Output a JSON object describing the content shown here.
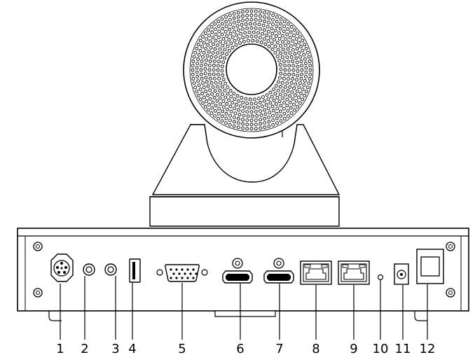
{
  "diagram": {
    "callouts": [
      {
        "label": "1",
        "component": "power-connector-icon"
      },
      {
        "label": "2",
        "component": "audio-in-jack-icon"
      },
      {
        "label": "3",
        "component": "audio-out-jack-icon"
      },
      {
        "label": "4",
        "component": "usb-port-icon"
      },
      {
        "label": "5",
        "component": "vga-port-icon"
      },
      {
        "label": "6",
        "component": "hdmi-port-icon"
      },
      {
        "label": "7",
        "component": "hdmi-port-icon"
      },
      {
        "label": "8",
        "component": "ethernet-port-icon"
      },
      {
        "label": "9",
        "component": "ethernet-port-icon"
      },
      {
        "label": "10",
        "component": "reset-pinhole-icon"
      },
      {
        "label": "11",
        "component": "dc-power-jack-icon"
      },
      {
        "label": "12",
        "component": "power-switch-icon"
      }
    ],
    "colors": {
      "line": "#000000",
      "background": "#ffffff",
      "fill": "#ffffff"
    }
  }
}
